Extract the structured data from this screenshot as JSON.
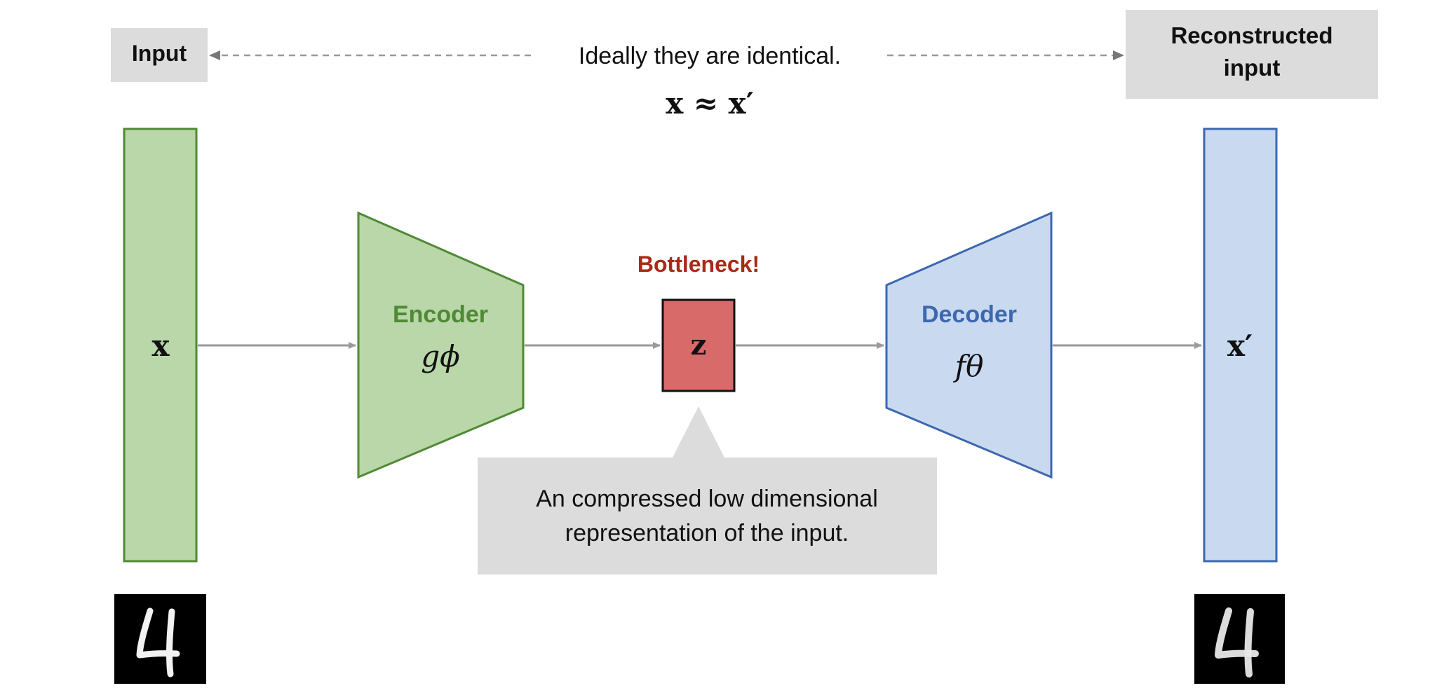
{
  "labels": {
    "input": "Input",
    "reconstructed_line1": "Reconstructed",
    "reconstructed_line2": "input",
    "ideal_text": "Ideally they are identical.",
    "ideal_formula": "x ≈ x′",
    "input_vector": "x",
    "encoder_title": "Encoder",
    "encoder_func": "gϕ",
    "bottleneck_title": "Bottleneck!",
    "latent": "z",
    "decoder_title": "Decoder",
    "decoder_func": "fθ",
    "output_vector": "x′",
    "callout_line1": "An compressed low dimensional",
    "callout_line2": "representation of the input."
  },
  "colors": {
    "input_fill": "#b9d7a8",
    "input_stroke": "#4f8a35",
    "encoder_text": "#4f8a35",
    "output_fill": "#c9daf0",
    "output_stroke": "#3d67b0",
    "decoder_text": "#3d67b0",
    "latent_fill": "#d96a6a",
    "bottleneck_text": "#a82a17",
    "label_box": "#dcdcdc",
    "arrow": "#9a9a9a"
  },
  "icons": {
    "input_image": "digit-4-image",
    "output_image": "digit-4-image"
  }
}
